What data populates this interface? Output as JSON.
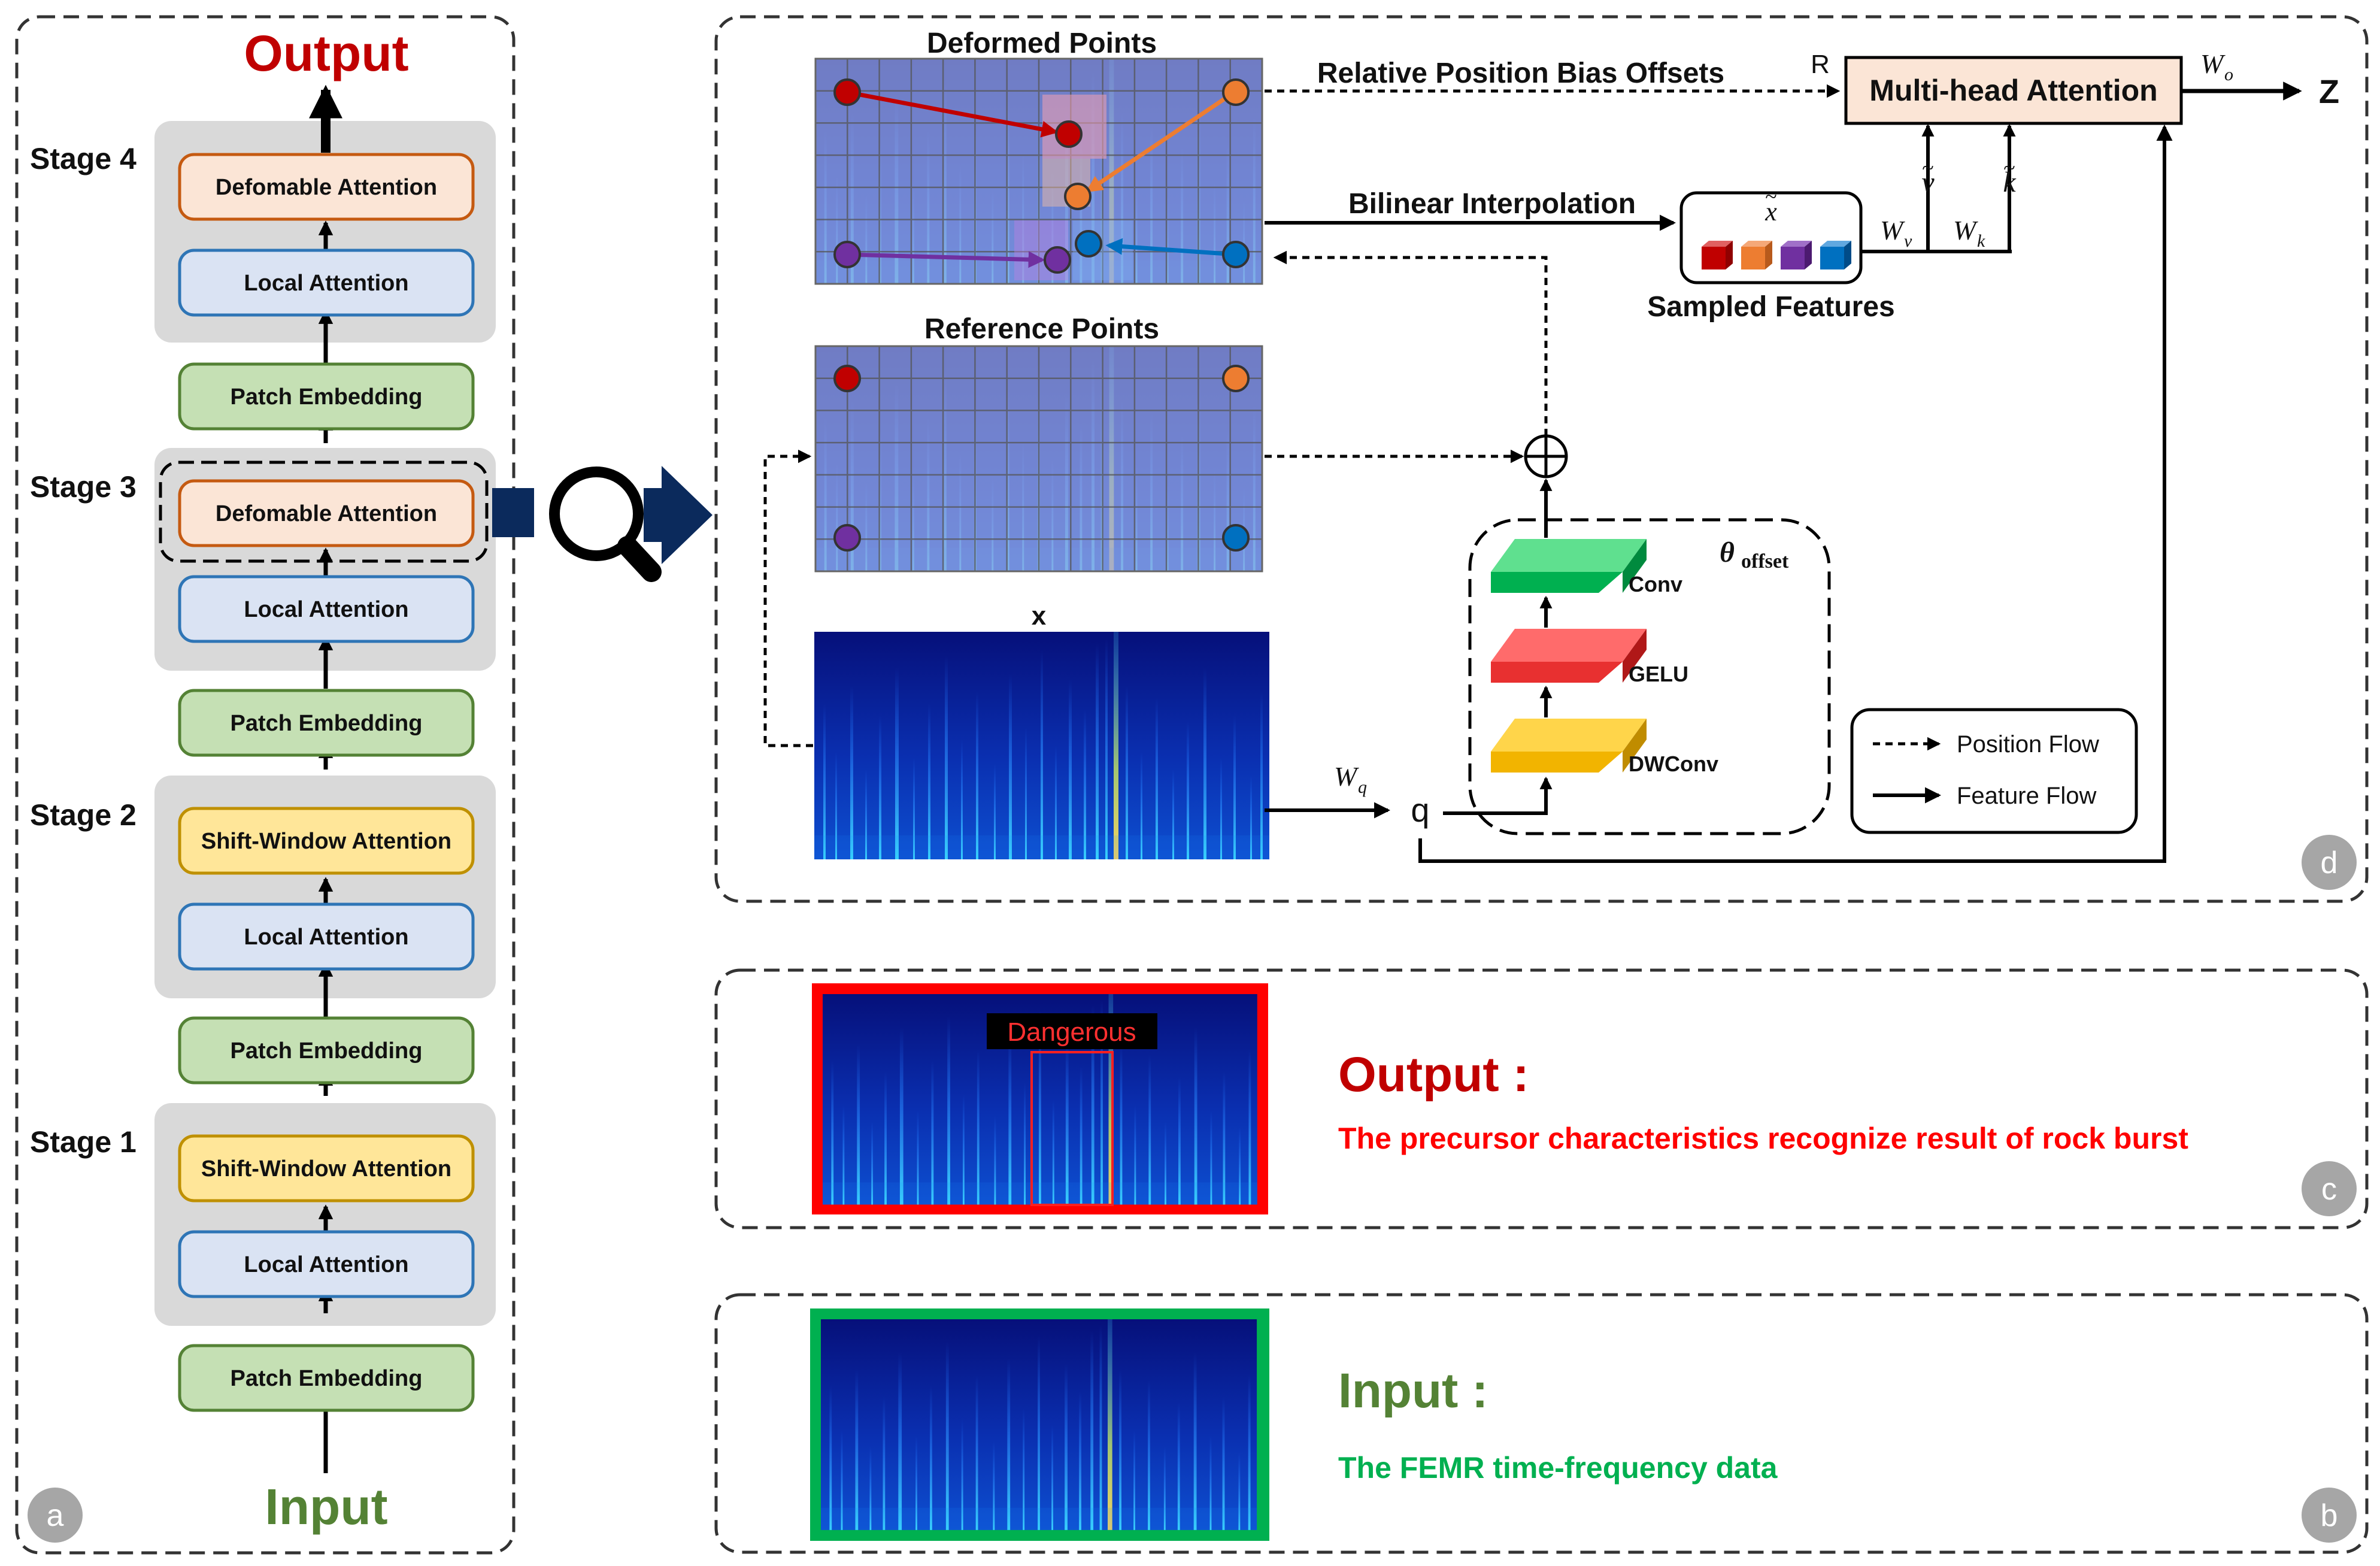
{
  "panel_a": {
    "output_label": "Output",
    "input_label": "Input",
    "stage4_label": "Stage 4",
    "stage3_label": "Stage 3",
    "stage2_label": "Stage 2",
    "stage1_label": "Stage 1",
    "block_deformable": "Defomable Attention",
    "block_local": "Local Attention",
    "block_patch": "Patch Embedding",
    "block_shift": "Shift-Window Attention",
    "badge": "a"
  },
  "panel_d": {
    "deformed_points_label": "Deformed Points",
    "reference_points_label": "Reference Points",
    "x_label": "x",
    "rpb_offsets_label": "Relative Position Bias Offsets",
    "bilinear_label": "Bilinear Interpolation",
    "mha_label": "Multi-head Attention",
    "r_label": "R",
    "wo_label": "W",
    "wo_sub": "o",
    "z_label": "Z",
    "x_tilde_label": "x",
    "sampled_features_label": "Sampled Features",
    "v_tilde_label": "v",
    "k_tilde_label": "k",
    "wv_label": "W",
    "wv_sub": "v",
    "wk_label": "W",
    "wk_sub": "k",
    "wq_label": "W",
    "wq_sub": "q",
    "q_label": "q",
    "theta_label": "θ",
    "theta_sub": "offset",
    "conv_label": "Conv",
    "gelu_label": "GELU",
    "dwconv_label": "DWConv",
    "legend_position": "Position Flow",
    "legend_feature": "Feature Flow",
    "badge": "d"
  },
  "panel_c": {
    "title": "Output :",
    "description": "The precursor characteristics recognize result of rock burst",
    "dangerous_label": "Dangerous",
    "badge": "c"
  },
  "panel_b": {
    "title": "Input :",
    "description": "The FEMR time-frequency data",
    "badge": "b"
  },
  "colors": {
    "output_red": "#C00000",
    "input_green": "#548235",
    "desc_red": "#FF0000",
    "desc_green": "#00B050",
    "arrow_navy": "#0B2A5C",
    "point_red": "#C00000",
    "point_orange": "#ED7D31",
    "point_purple": "#7030A0",
    "point_blue": "#0070C0"
  }
}
